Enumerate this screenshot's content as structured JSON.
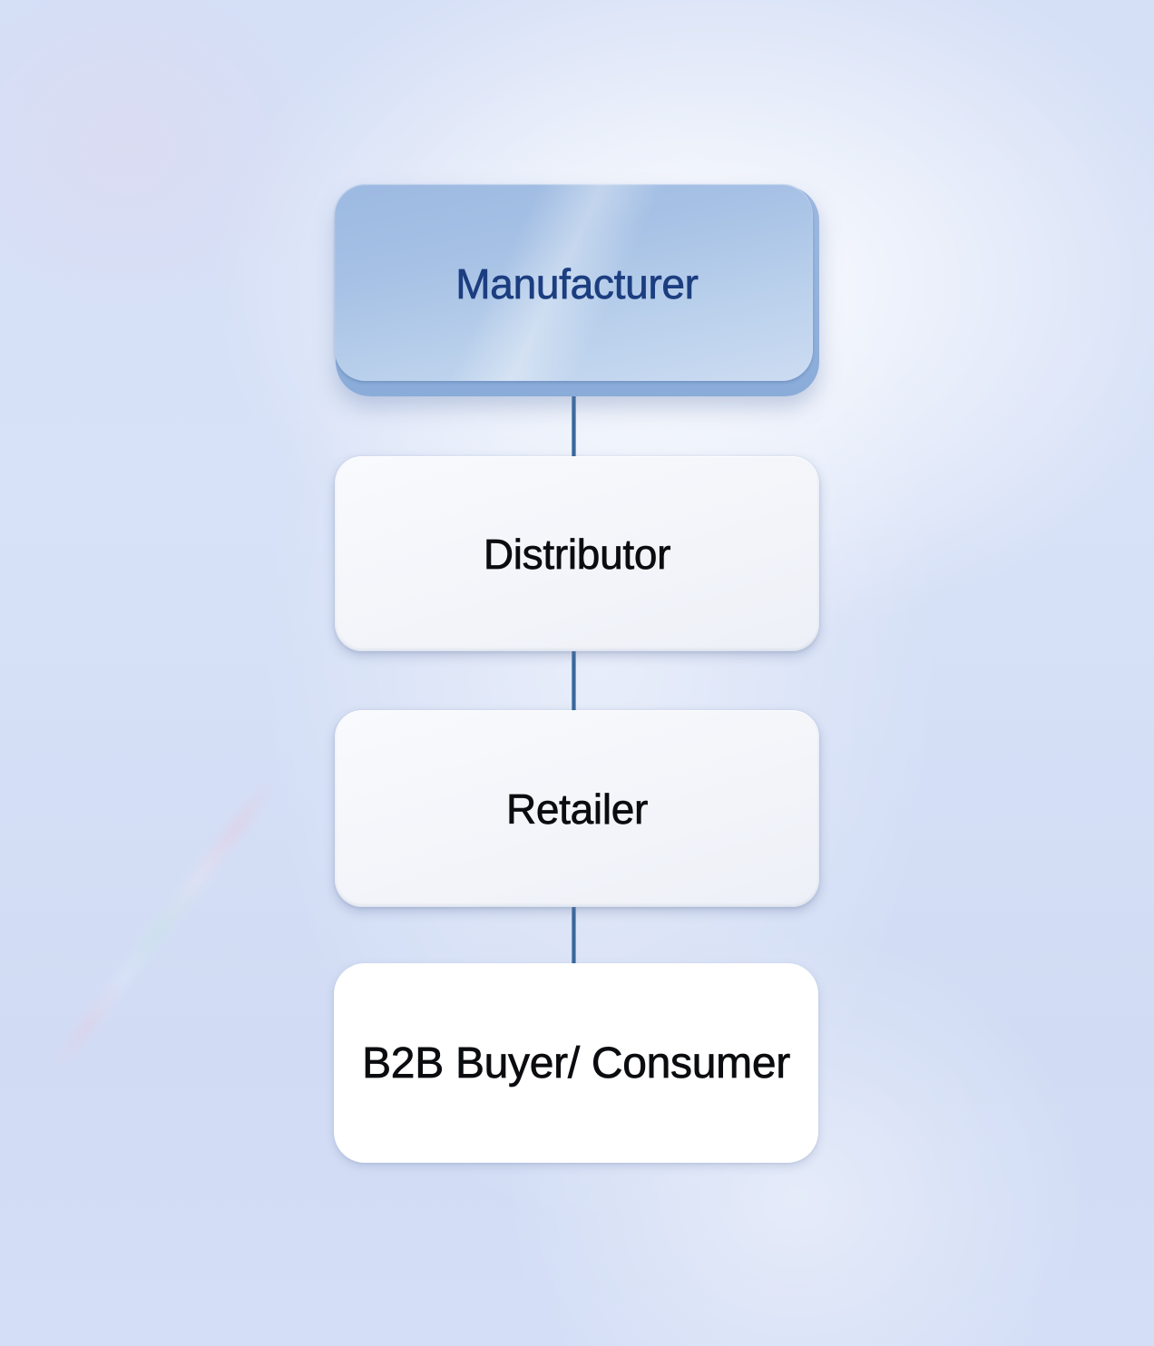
{
  "diagram": {
    "type": "flowchart",
    "direction": "top-down",
    "nodes": [
      {
        "id": "manufacturer",
        "label": "Manufacturer",
        "style": "blue-gradient",
        "text_color": "#1c3e80"
      },
      {
        "id": "distributor",
        "label": "Distributor",
        "style": "light",
        "text_color": "#0b0c0f"
      },
      {
        "id": "retailer",
        "label": "Retailer",
        "style": "light",
        "text_color": "#0b0c0f"
      },
      {
        "id": "b2b-buyer-consumer",
        "label": "B2B Buyer/ Consumer",
        "style": "white",
        "text_color": "#0b0c0f"
      }
    ],
    "connections": [
      {
        "from": "manufacturer",
        "to": "distributor"
      },
      {
        "from": "distributor",
        "to": "retailer"
      },
      {
        "from": "retailer",
        "to": "b2b-buyer-consumer"
      }
    ],
    "colors": {
      "background": "#d5dff6",
      "connector": "#2e5d91",
      "manufacturer_fill_top": "#9cb9e1",
      "manufacturer_fill_bottom": "#ccdcf2",
      "manufacturer_back_layer": "#8aacd9",
      "light_node_fill": "#f3f5fa",
      "white_node_fill": "#ffffff"
    }
  }
}
